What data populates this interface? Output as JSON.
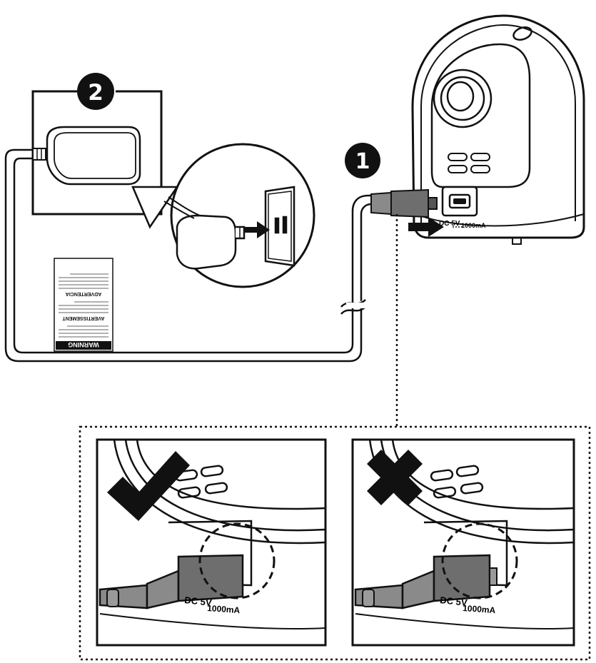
{
  "steps": {
    "step1": "1",
    "step2": "2"
  },
  "camera": {
    "port_label_dc": "DC 5V",
    "port_label_current": "1000mA"
  },
  "warning_label": {
    "heading_warning": "WARNING",
    "heading_avertissement": "AVERTISSEMENT",
    "heading_advertencia": "ADVERTENCIA"
  },
  "examples": {
    "correct": {
      "icon": "check-mark-icon",
      "port_label_dc": "DC 5V",
      "port_label_current": "1000mA"
    },
    "incorrect": {
      "icon": "x-mark-icon",
      "port_label_dc": "DC 5V",
      "port_label_current": "1000mA"
    }
  },
  "colors": {
    "line": "#111111",
    "plug": "#8a8a8a",
    "plug_dark": "#6e6e6e",
    "accent_dash": "#111111"
  }
}
